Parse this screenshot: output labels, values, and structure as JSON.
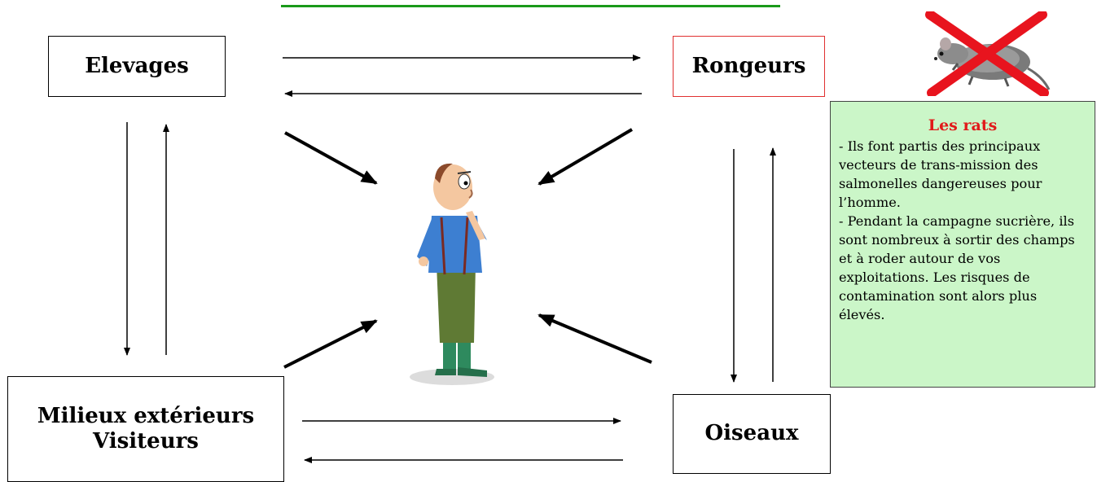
{
  "nodes": {
    "elevages": {
      "lines": [
        "Elevages"
      ]
    },
    "rongeurs": {
      "lines": [
        "Rongeurs"
      ],
      "border_color": "#e03030"
    },
    "milieux": {
      "lines": [
        "Milieux extérieurs",
        "Visiteurs"
      ]
    },
    "oiseaux": {
      "lines": [
        "Oiseaux"
      ]
    }
  },
  "title_underline_color": "#1a9a1a",
  "info": {
    "title": "Les rats",
    "paragraphs": [
      "- Ils font partis des principaux vecteurs de trans-mission des salmonelles dangereuses pour l’homme.",
      "- Pendant la campagne sucrière, ils sont nombreux à sortir des champs et à roder autour de vos exploitations. Les risques de contamination sont alors plus élevés."
    ],
    "title_color": "#e11a1a",
    "background": "#cbf6c8"
  },
  "images": {
    "rat": "crossed-out-rat",
    "farmer": "thinking-farmer",
    "cross_color": "#e8141e"
  }
}
